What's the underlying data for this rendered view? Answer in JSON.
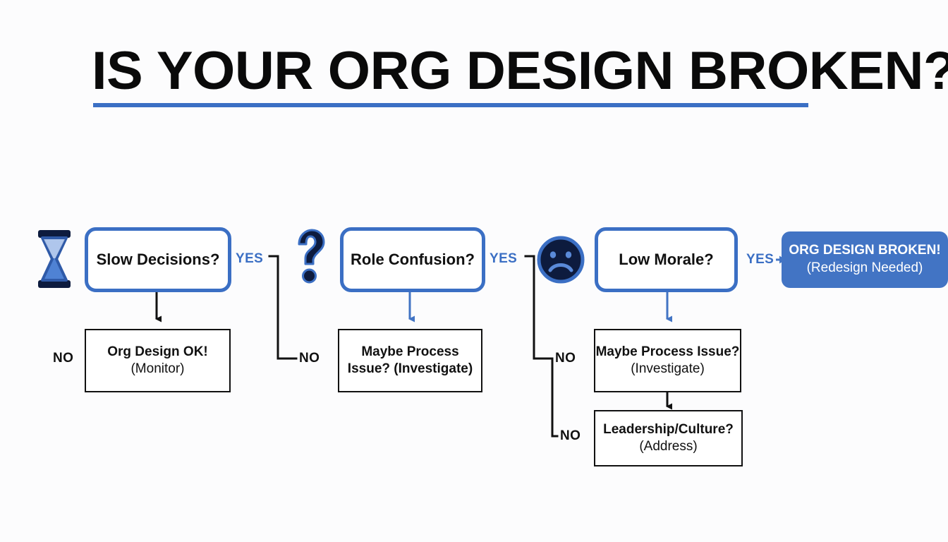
{
  "page": {
    "title": "IS YOUR ORG DESIGN BROKEN?",
    "background_color": "#fcfcfd",
    "accent_color": "#3b6fc4",
    "terminal_fill": "#4274c4",
    "ink_color": "#111111"
  },
  "diagram": {
    "type": "flowchart",
    "orientation": "left-to-right with downward outcome branches",
    "icons": [
      {
        "name": "hourglass-icon",
        "label": "hourglass",
        "near": "Slow Decisions?"
      },
      {
        "name": "question-mark-icon",
        "label": "question mark",
        "near": "Role Confusion?"
      },
      {
        "name": "sad-face-icon",
        "label": "sad face",
        "near": "Low Morale?"
      }
    ],
    "decisions": [
      {
        "id": "d1",
        "label": "Slow Decisions?"
      },
      {
        "id": "d2",
        "label": "Role Confusion?"
      },
      {
        "id": "d3",
        "label": "Low Morale?"
      }
    ],
    "outcomes": [
      {
        "id": "o1",
        "line1": "Org Design OK!",
        "line2": "(Monitor)"
      },
      {
        "id": "o2",
        "line1": "Maybe Process",
        "line2": "Issue? (Investigate)"
      },
      {
        "id": "o3",
        "line1": "Maybe Process Issue?",
        "line2": "(Investigate)"
      },
      {
        "id": "o4",
        "line1": "Leadership/Culture?",
        "line2": "(Address)"
      }
    ],
    "terminal": {
      "id": "t1",
      "line1": "ORG DESIGN BROKEN!",
      "line2": "(Redesign Needed)"
    },
    "edge_labels": {
      "yes_1": "YES",
      "yes_2": "YES",
      "yes_3": "YES",
      "no_1": "NO",
      "no_2": "NO",
      "no_3": "NO",
      "no_4": "NO"
    }
  }
}
